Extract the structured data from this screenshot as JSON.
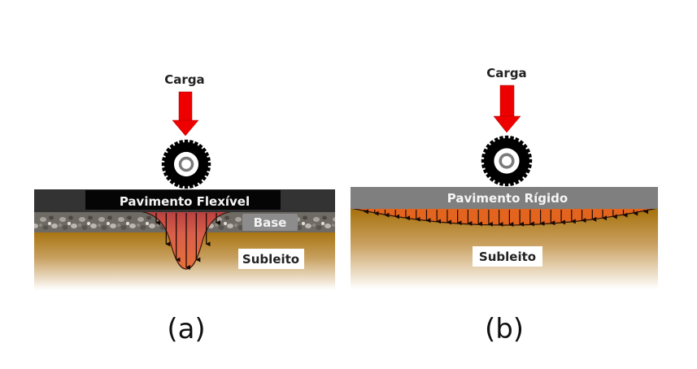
{
  "panels": [
    {
      "id": "a",
      "caption": "(a)",
      "load_label": "Carga",
      "pavement_label": "Pavimento Flexível",
      "base_label": "Base",
      "subgrade_label": "Subleito",
      "pavement_type": "flexible",
      "stress_arrow_count": 7
    },
    {
      "id": "b",
      "caption": "(b)",
      "load_label": "Carga",
      "pavement_label": "Pavimento Rígido",
      "subgrade_label": "Subleito",
      "pavement_type": "rigid",
      "stress_arrow_count": 28
    }
  ],
  "colors": {
    "load_arrow": "#ee0000",
    "flexible_pavement": "#333333",
    "flexible_label_bg": "#000000",
    "rigid_pavement": "#7f7f7f",
    "base_gravel": "#7a7670",
    "base_label_bg": "#8a8a8a",
    "subgrade_top": "#a8730f",
    "subgrade_bottom": "#ffffff",
    "stress_zone": "#e0632a",
    "tire": "#000000"
  }
}
